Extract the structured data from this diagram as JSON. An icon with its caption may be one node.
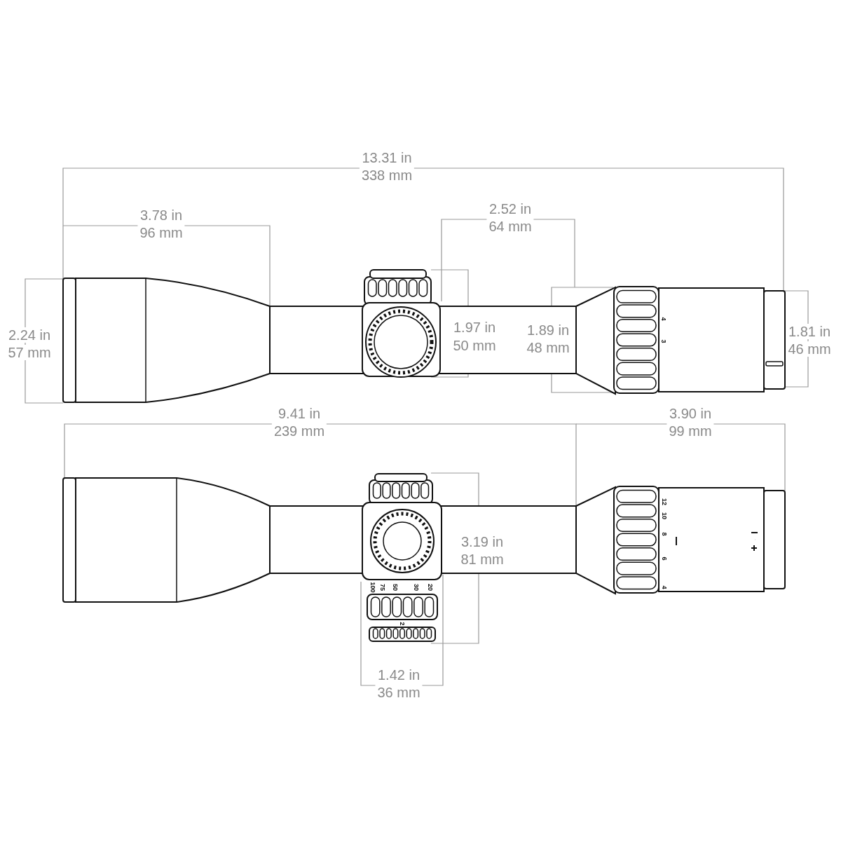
{
  "diagram": {
    "labels": [
      "13.31 in",
      "338 mm",
      "3.78 in",
      "96 mm",
      "2.52 in",
      "64 mm",
      "2.24 in",
      "57 mm",
      "1.97 in",
      "50 mm",
      "1.89 in",
      "48 mm",
      "1.81 in",
      "46 mm",
      "4",
      "3",
      "9.41 in",
      "239 mm",
      "3.90 in",
      "99 mm",
      "100",
      "75",
      "50",
      "30",
      "20",
      "2",
      "12",
      "10",
      "8",
      "6",
      "4",
      "3.19 in",
      "81 mm",
      "1.42 in",
      "36 mm"
    ]
  }
}
